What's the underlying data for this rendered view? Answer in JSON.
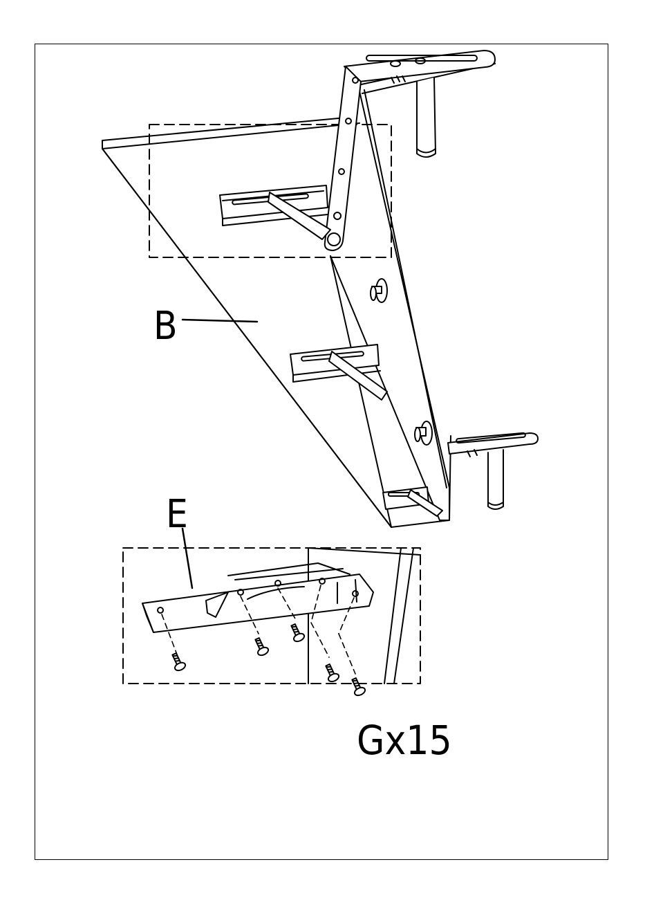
{
  "labels": {
    "part_b": "B",
    "part_e": "E",
    "screw_qty": "Gx15"
  },
  "colors": {
    "ink": "#000000",
    "paper": "#ffffff"
  }
}
